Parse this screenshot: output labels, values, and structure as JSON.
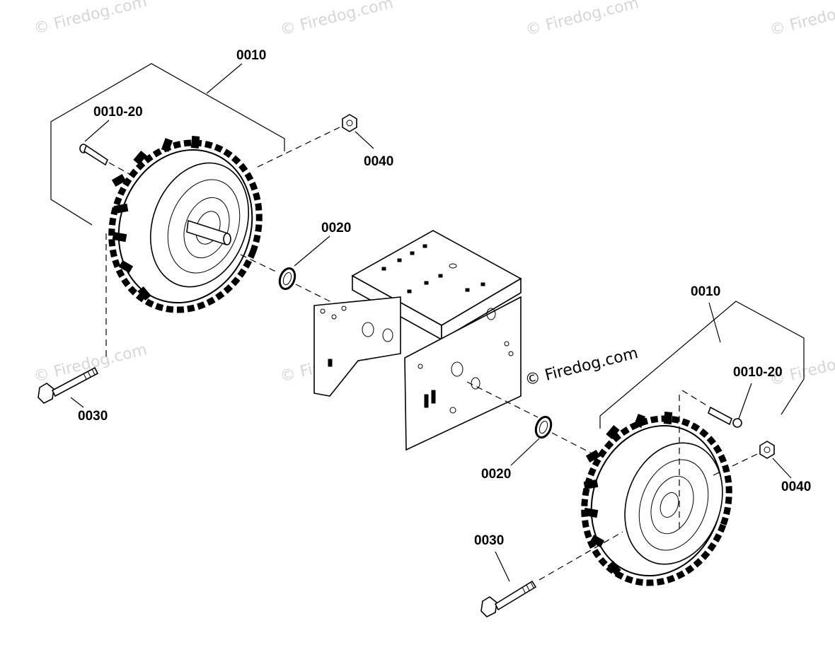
{
  "watermark": {
    "text": "© Firedog.com"
  },
  "callouts": {
    "left_wheel_assembly": "0010",
    "left_valve_stem": "0010-20",
    "left_nut": "0040",
    "left_washer": "0020",
    "left_bolt": "0030",
    "right_wheel_assembly": "0010",
    "right_valve_stem": "0010-20",
    "right_nut": "0040",
    "right_washer": "0020",
    "right_bolt": "0030"
  },
  "colors": {
    "line": "#000000",
    "watermark_faint": "#d6d6d6",
    "background": "#ffffff"
  }
}
